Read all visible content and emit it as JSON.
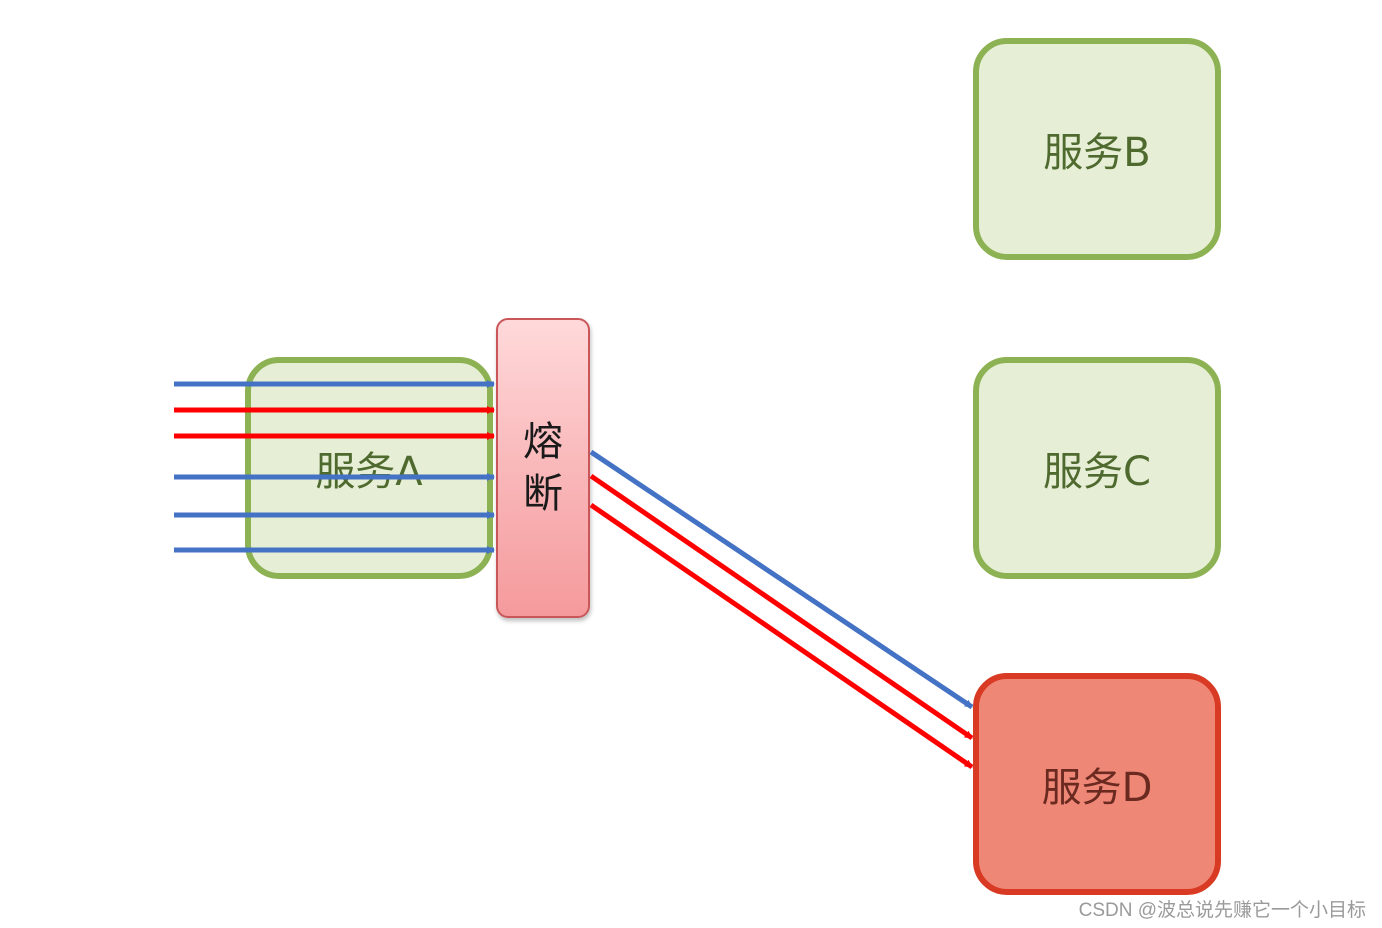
{
  "diagram": {
    "services": {
      "a": {
        "label": "服务A",
        "state": "normal"
      },
      "b": {
        "label": "服务B",
        "state": "normal"
      },
      "c": {
        "label": "服务C",
        "state": "normal"
      },
      "d": {
        "label": "服务D",
        "state": "overloaded"
      }
    },
    "breaker": {
      "label_line_1": "熔",
      "label_line_2": "断"
    },
    "colors": {
      "normal_border": "#8db253",
      "normal_fill": "#e6eed6",
      "overloaded_border": "#d93a24",
      "overloaded_fill": "#ef8777",
      "breaker_fill": "#f9b8ba",
      "request_blue": "#4472c4",
      "request_red": "#ff0000"
    },
    "incoming_requests": [
      "blue",
      "red",
      "red",
      "blue",
      "blue",
      "blue"
    ],
    "forwarded_requests": [
      "blue",
      "red",
      "red"
    ]
  },
  "watermark": "CSDN @波总说先赚它一个小目标"
}
